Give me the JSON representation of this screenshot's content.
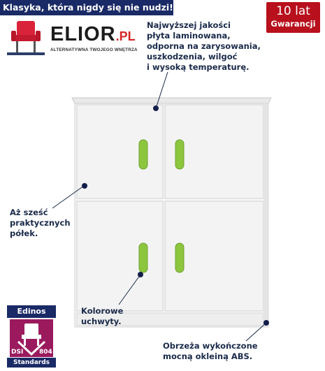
{
  "banner": {
    "text": "Klasyka, która nigdy się nie nudzi!"
  },
  "warranty": {
    "years": "10 lat",
    "word": "Gwarancji"
  },
  "brand": {
    "name": "ELIOR",
    "suffix": ".PL",
    "tagline": "ALTERNATYWNA TWOJEGO WNĘTRZA"
  },
  "notes": {
    "top": [
      "Najwyższej jakości",
      "płyta laminowana,",
      "odporna na zarysowania,",
      "uszkodzenia, wilgoć",
      "i wysoką temperaturę."
    ],
    "shelves": [
      "Aż sześć",
      "praktycznych",
      "półek."
    ],
    "handles": [
      "Kolorowe",
      "uchwyty."
    ],
    "edges": [
      "Obrzeża wykończone",
      "mocną okleiną ABS."
    ]
  },
  "certificate": {
    "brand": "Edinos",
    "dsi": "DSI",
    "number": "804",
    "standards": "Standards"
  },
  "colors": {
    "navy": "#1a2a66",
    "red": "#b8101c",
    "handle": "#8cc63f",
    "body": "#f4f4f4"
  }
}
